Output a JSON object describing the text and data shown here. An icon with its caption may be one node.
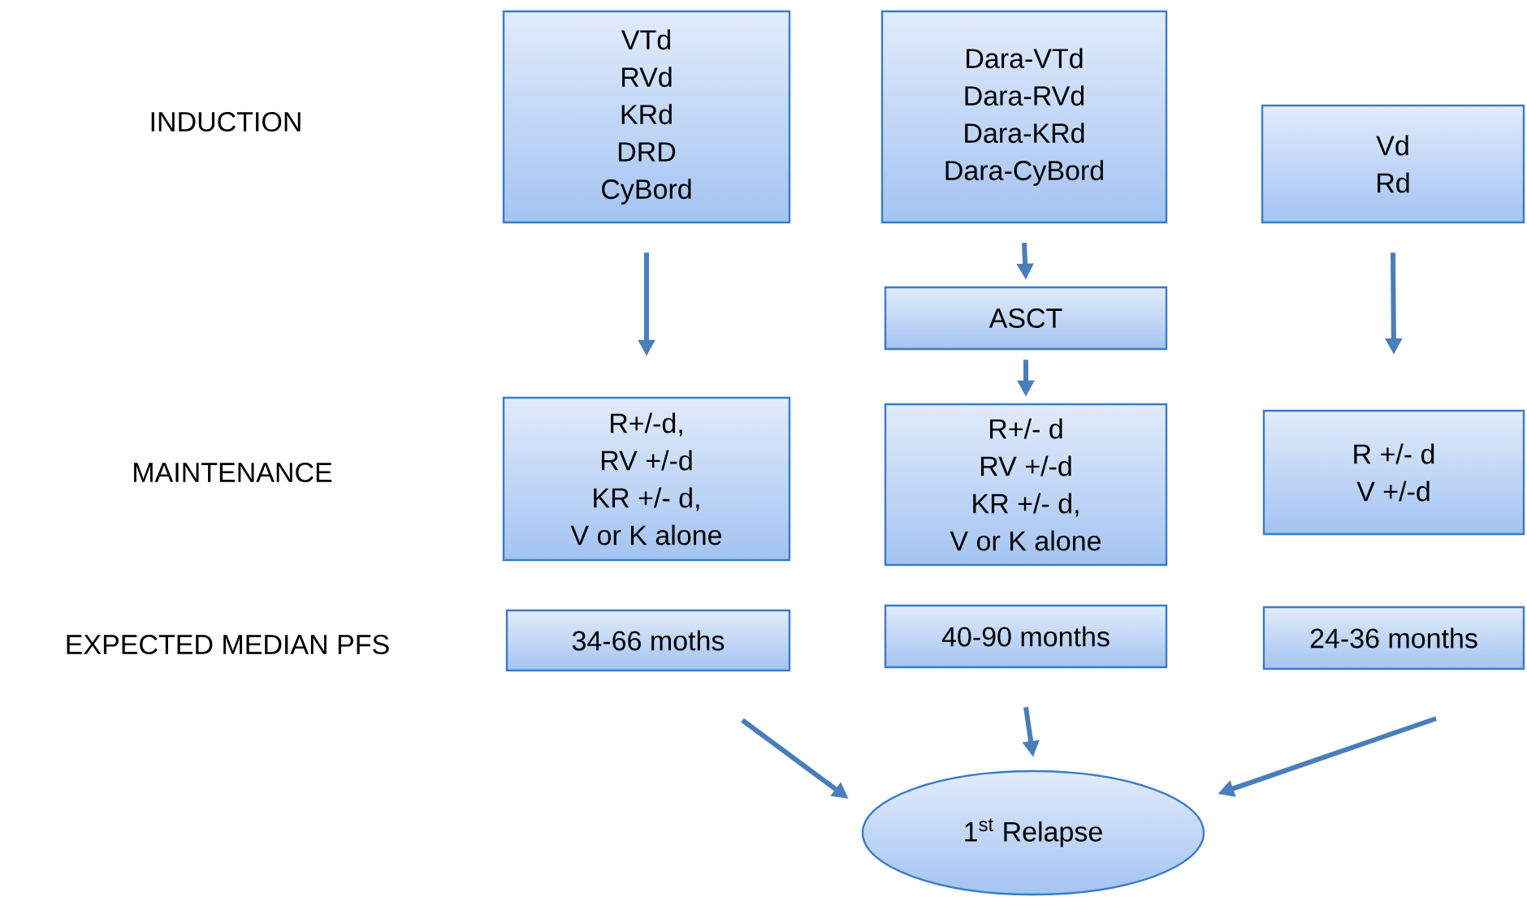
{
  "diagram": {
    "nodes": [
      {
        "text": [
          "VTd",
          "RVd",
          "KRd",
          "DRD",
          "CyBord"
        ]
      },
      {
        "text": [
          "Dara-VTd",
          "Dara-RVd",
          "Dara-KRd",
          "Dara-CyBord"
        ]
      },
      {
        "text": [
          "Vd",
          "Rd"
        ]
      },
      {
        "text": [
          "ASCT"
        ]
      },
      {
        "text": [
          "R+/-d,",
          "RV +/-d",
          "KR +/- d,",
          "V or K alone"
        ]
      },
      {
        "text": [
          "R+/- d",
          "RV +/-d",
          "KR +/- d,",
          "V or K alone"
        ]
      },
      {
        "text": [
          "R +/- d",
          "V +/-d"
        ]
      },
      {
        "text": [
          "34-66 moths"
        ]
      },
      {
        "text": [
          "40-90 months"
        ]
      },
      {
        "text": [
          "24-36 months"
        ]
      },
      {
        "text": [
          "1$^{st}$ Relapse"
        ]
      }
    ],
    "edges": [
      {
        "from": 0,
        "to": 4,
        "arrow": "to"
      },
      {
        "from": 1,
        "to": 3,
        "arrow": "to"
      },
      {
        "from": 3,
        "to": 5,
        "arrow": "to"
      },
      {
        "from": 2,
        "to": 6,
        "arrow": "to"
      },
      {
        "from": 7,
        "to": 10,
        "arrow": "to"
      },
      {
        "from": 8,
        "to": 10,
        "arrow": "to"
      },
      {
        "from": 9,
        "to": 10,
        "arrow": "to"
      }
    ],
    "labels": [
      "INDUCTION",
      "MAINTENANCE",
      "EXPECTED MEDIAN PFS"
    ]
  }
}
